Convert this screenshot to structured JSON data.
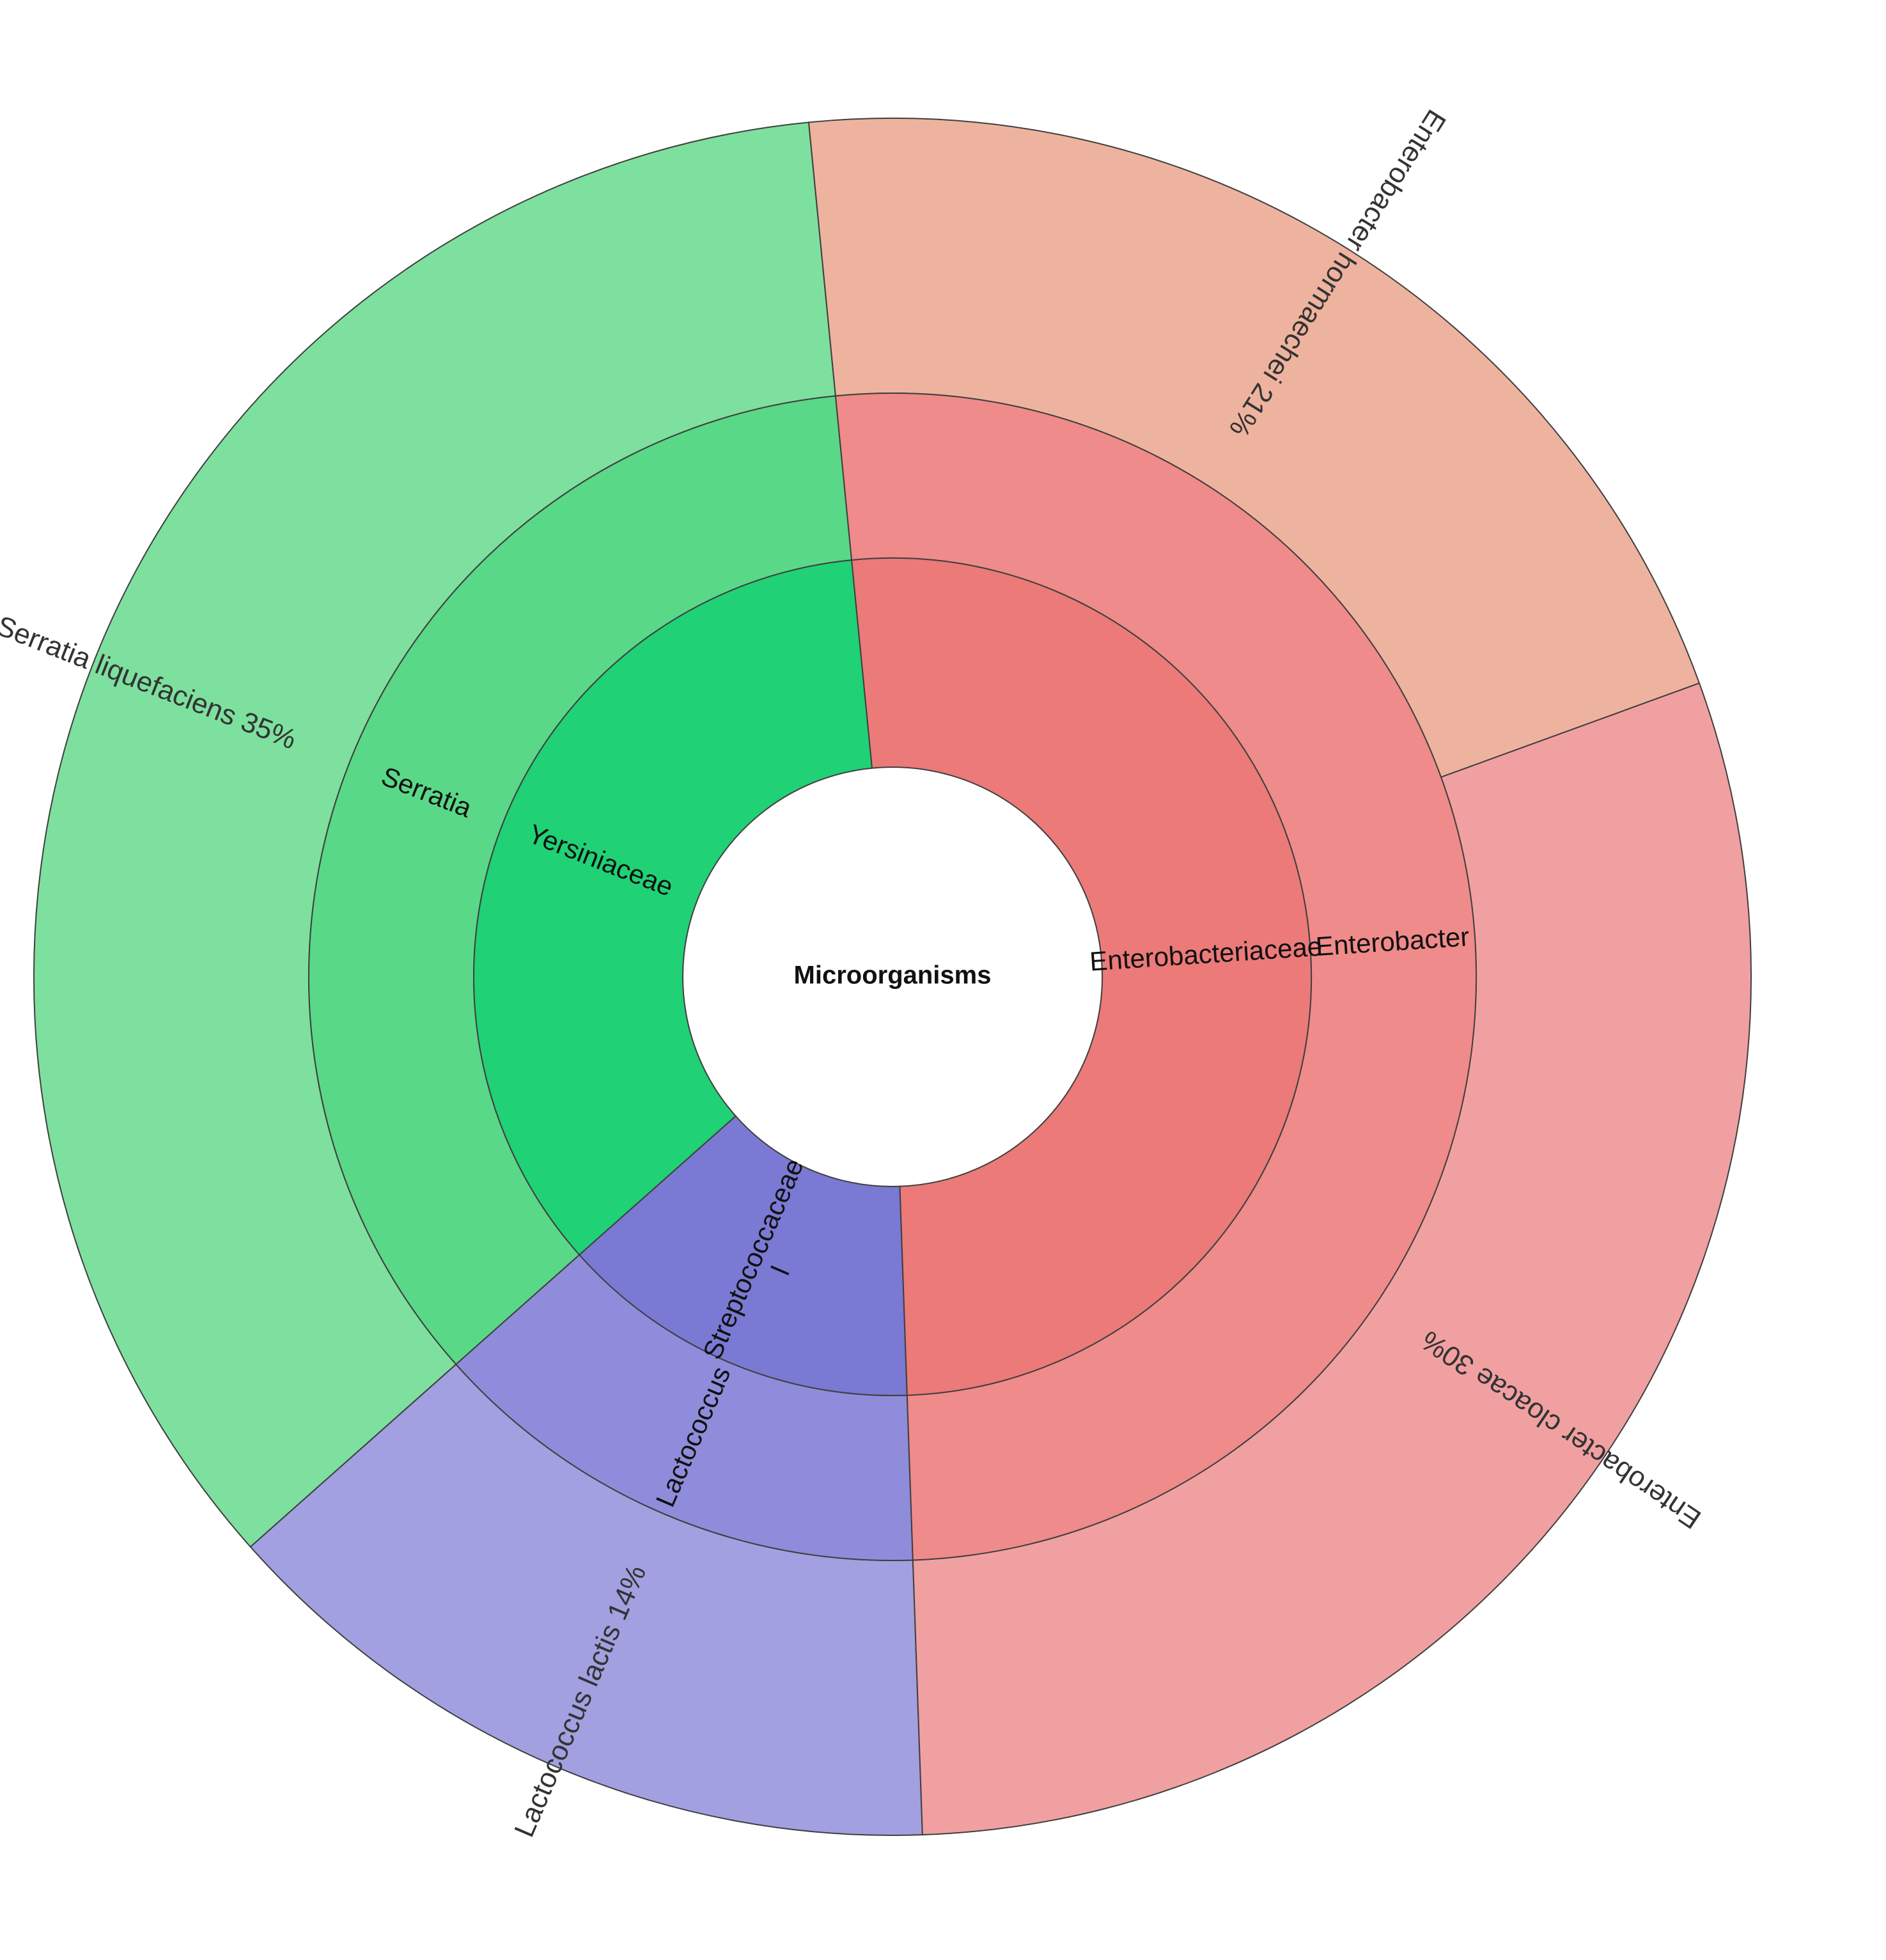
{
  "chart_data": {
    "type": "sunburst",
    "root": "Microorganisms",
    "levels": [
      "family",
      "genus",
      "species"
    ],
    "families": [
      {
        "name": "Enterobacteriaceae",
        "color": "#EB7A79",
        "genera": [
          {
            "name": "Enterobacter",
            "color": "#EF8B8A",
            "species": [
              {
                "name": "Enterobacter hormaechei",
                "percent_label": "21%",
                "value": 21,
                "color": "#EEB39F"
              },
              {
                "name": "Enterobacter cloacae",
                "percent_label": "30%",
                "value": 30,
                "color": "#F1A0A1"
              }
            ]
          }
        ]
      },
      {
        "name": "Streptococcaceae\nl",
        "color": "#7A79D3",
        "genera": [
          {
            "name": "Lactococcus",
            "color": "#8F8CDB",
            "species": [
              {
                "name": "Lactococcus lactis",
                "percent_label": "14%",
                "value": 14,
                "color": "#A2A0E0"
              }
            ]
          }
        ]
      },
      {
        "name": "Yersiniaceae",
        "color": "#20D176",
        "genera": [
          {
            "name": "Serratia",
            "color": "#59D888",
            "species": [
              {
                "name": "Serratia liquefaciens",
                "percent_label": "35%",
                "value": 35,
                "color": "#7EE09E"
              }
            ]
          }
        ]
      }
    ]
  }
}
